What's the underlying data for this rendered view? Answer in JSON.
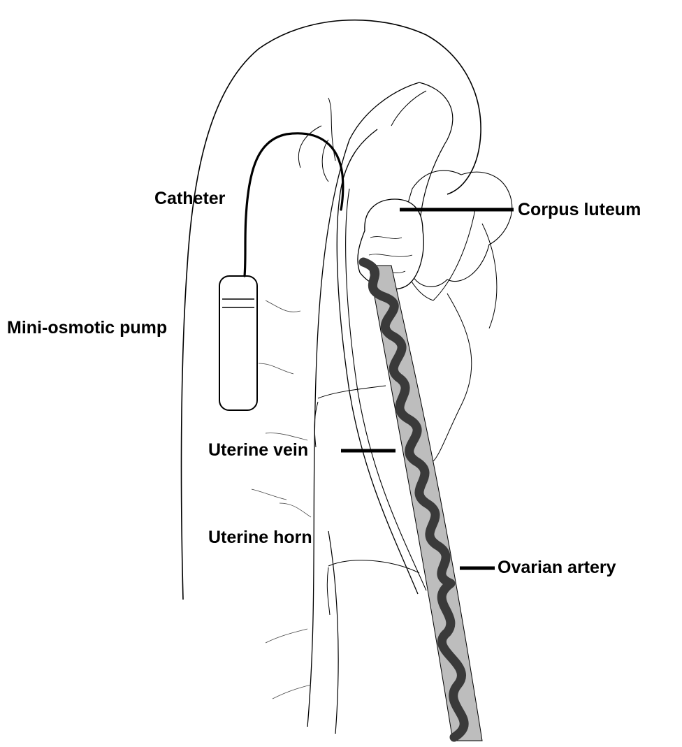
{
  "labels": {
    "catheter": "Catheter",
    "pump": "Mini-osmotic pump",
    "corpus_luteum": "Corpus luteum",
    "uterine_vein": "Uterine vein",
    "uterine_horn": "Uterine horn",
    "ovarian_artery": "Ovarian artery"
  },
  "colors": {
    "ink": "#000000",
    "vessel_dark": "#3a3a3a",
    "vessel_fill": "#bdbdbd",
    "background": "#ffffff"
  }
}
